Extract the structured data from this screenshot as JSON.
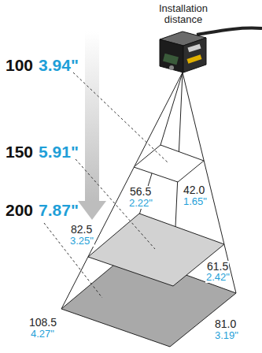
{
  "diagram": {
    "labels": [
      "Installation distance",
      "100",
      "3.94\"",
      "150",
      "5.91\"",
      "200",
      "7.87\"",
      "56.5",
      "2.22\"",
      "42.0",
      "1.65\"",
      "82.5",
      "3.25\"",
      "61.5",
      "2.42\"",
      "108.5",
      "4.27\"",
      "81.0",
      "3.19\""
    ]
  }
}
